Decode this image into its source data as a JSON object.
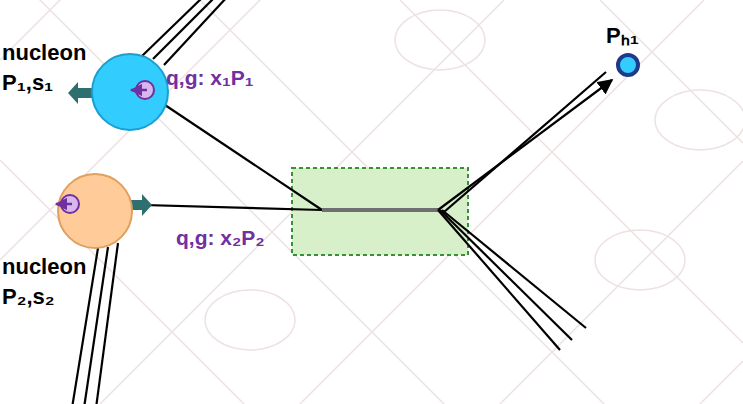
{
  "diagram": {
    "nodes": [
      {
        "text": [
          "nucleon P₁,s₁"
        ]
      },
      {
        "text": [
          "nucleon P₂,s₂"
        ]
      },
      {
        "text": [
          "Pₕ₁"
        ]
      }
    ],
    "labels": [
      "q,g: x₁P₁",
      "q,g: x₂P₂"
    ]
  }
}
